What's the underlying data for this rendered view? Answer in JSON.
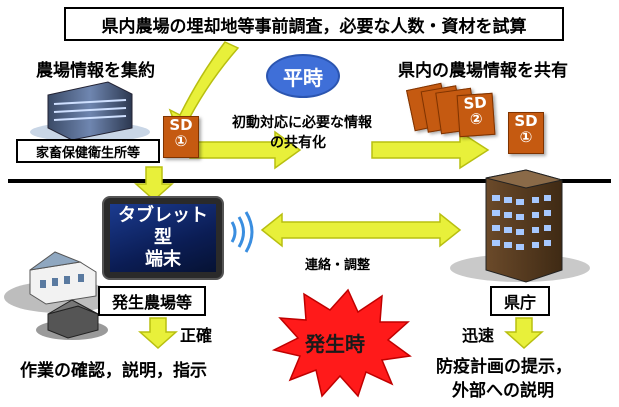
{
  "title": "県内農場の埋却地等事前調査，必要な人数・資材を試算",
  "normal_time_label": "平時",
  "emergency_label": "発生時",
  "collect_label": "農場情報を集約",
  "share_label": "県内の農場情報を共有",
  "office_label": "家畜保健衛生所等",
  "initial_info_label": [
    "初動対応に必要な情報",
    "の共有化"
  ],
  "tablet_label": [
    "タブレット型",
    "端末"
  ],
  "contact_label": "連絡・調整",
  "farm_label": "発生農場等",
  "prefecture_label": "県庁",
  "accurate_label": "正確",
  "work_label": "作業の確認，説明，指示",
  "quick_label": "迅速",
  "plan_label": [
    "防疫計画の提示，",
    "外部への説明"
  ],
  "sd_cards": [
    {
      "text": "SD",
      "num": "①"
    },
    {
      "text": "SD",
      "num": "②"
    },
    {
      "text": "SD",
      "num": "①"
    }
  ],
  "colors": {
    "arrow": "#e8f03a",
    "arrow_stroke": "#b8bf10",
    "ellipse": "#3f6fd8",
    "burst": "#ff1a1a",
    "burst_text": "#1a1a1a",
    "sd": "#c55a11",
    "divider": "#000000"
  }
}
